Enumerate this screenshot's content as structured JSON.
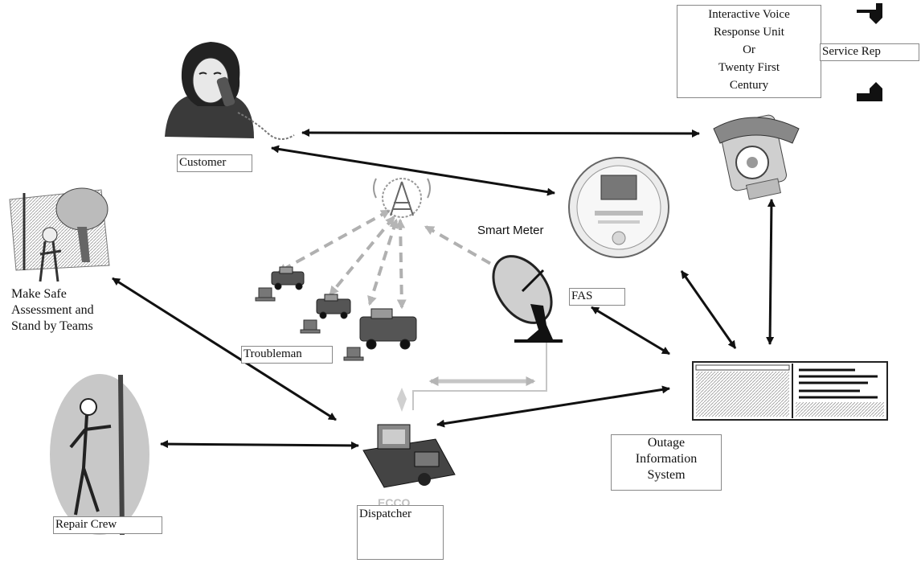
{
  "nodes": {
    "customer": "Customer",
    "ivr": [
      "Interactive Voice",
      "Response Unit",
      "Or",
      "Twenty First",
      "Century"
    ],
    "service_rep": "Service Rep",
    "smart_meter": "Smart Meter",
    "fas": "FAS",
    "make_safe": [
      "Make Safe",
      "Assessment and",
      "Stand by Teams"
    ],
    "troubleman": "Troubleman",
    "repair_crew": "Repair Crew",
    "ecco": "ECCO",
    "dispatcher": "Dispatcher",
    "ois": [
      "Outage",
      "Information",
      "System"
    ]
  },
  "icons": [
    "customer-on-phone-icon",
    "telephone-icon",
    "smart-meter-icon",
    "wireless-tower-icon",
    "satellite-dish-icon",
    "utility-truck-icon",
    "laptop-icon",
    "tree-on-power-line-icon",
    "lineman-on-pole-icon",
    "dispatch-computer-icon",
    "ois-screen-icon"
  ],
  "colors": {
    "link": "#111111",
    "wireless": "#a9a9a9"
  }
}
